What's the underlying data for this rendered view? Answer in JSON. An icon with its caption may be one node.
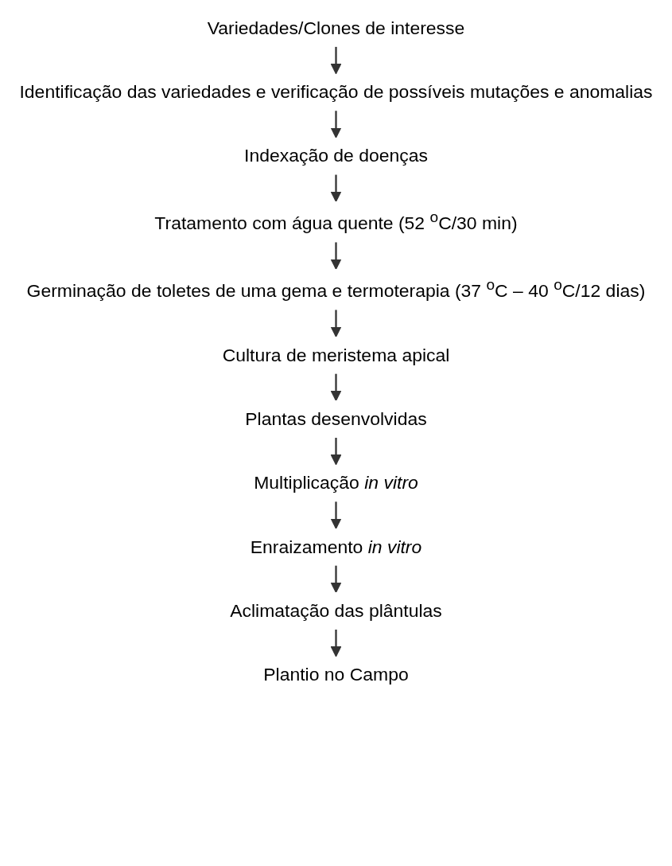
{
  "diagram": {
    "nodes": [
      {
        "text": [
          "Variedades/Clones de interesse"
        ]
      },
      {
        "text": [
          "Identificação das variedades e verificação de possíveis mutações e anomalias"
        ]
      },
      {
        "text": [
          "Indexação de doenças"
        ]
      },
      {
        "text": [
          "Tratamento com água quente (52 $^{o}$C/30 min)"
        ]
      },
      {
        "text": [
          "Germinação de toletes de uma gema e termoterapia (37 $^{o}$C – 40 $^{o}$C/12 dias)"
        ]
      },
      {
        "text": [
          "Cultura de meristema apical"
        ]
      },
      {
        "text": [
          "Plantas desenvolvidas"
        ]
      },
      {
        "text": [
          "Multiplicação *in vitro*"
        ]
      },
      {
        "text": [
          "Enraizamento *in vitro*"
        ]
      },
      {
        "text": [
          "Aclimatação das plântulas"
        ]
      },
      {
        "text": [
          "Plantio no Campo"
        ]
      }
    ],
    "edges": [
      {
        "from": 0,
        "to": 1,
        "arrow": "to"
      },
      {
        "from": 1,
        "to": 2,
        "arrow": "to"
      },
      {
        "from": 2,
        "to": 3,
        "arrow": "to"
      },
      {
        "from": 3,
        "to": 4,
        "arrow": "to"
      },
      {
        "from": 4,
        "to": 5,
        "arrow": "to"
      },
      {
        "from": 5,
        "to": 6,
        "arrow": "to"
      },
      {
        "from": 6,
        "to": 7,
        "arrow": "to"
      },
      {
        "from": 7,
        "to": 8,
        "arrow": "to"
      },
      {
        "from": 8,
        "to": 9,
        "arrow": "to"
      },
      {
        "from": 9,
        "to": 10,
        "arrow": "to"
      }
    ]
  }
}
